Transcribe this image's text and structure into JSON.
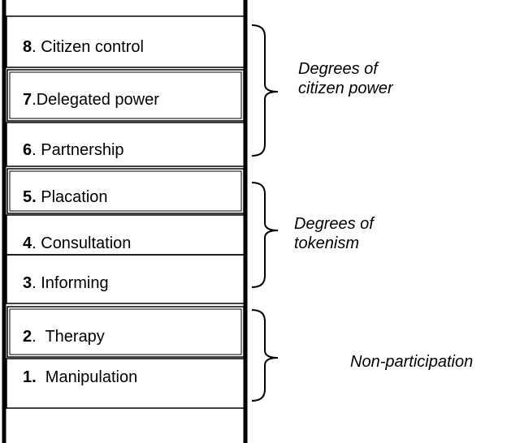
{
  "diagram": {
    "rungs": [
      {
        "number": "8",
        "sep": ".",
        "text": " Citizen control"
      },
      {
        "number": "7",
        "sep": ".",
        "text": "Delegated power"
      },
      {
        "number": "6",
        "sep": ".",
        "text": " Partnership"
      },
      {
        "number": "5.",
        "sep": "",
        "text": " Placation"
      },
      {
        "number": "4",
        "sep": ".",
        "text": " Consultation"
      },
      {
        "number": "3",
        "sep": ".",
        "text": " Informing"
      },
      {
        "number": "2",
        "sep": ".",
        "text": "  Therapy"
      },
      {
        "number": "1.",
        "sep": "",
        "text": "  Manipulation"
      }
    ],
    "groups": [
      {
        "line1": "Degrees of",
        "line2": "citizen power"
      },
      {
        "line1": "Degrees of",
        "line2": "tokenism"
      },
      {
        "line1": "Non-participation",
        "line2": ""
      }
    ]
  }
}
